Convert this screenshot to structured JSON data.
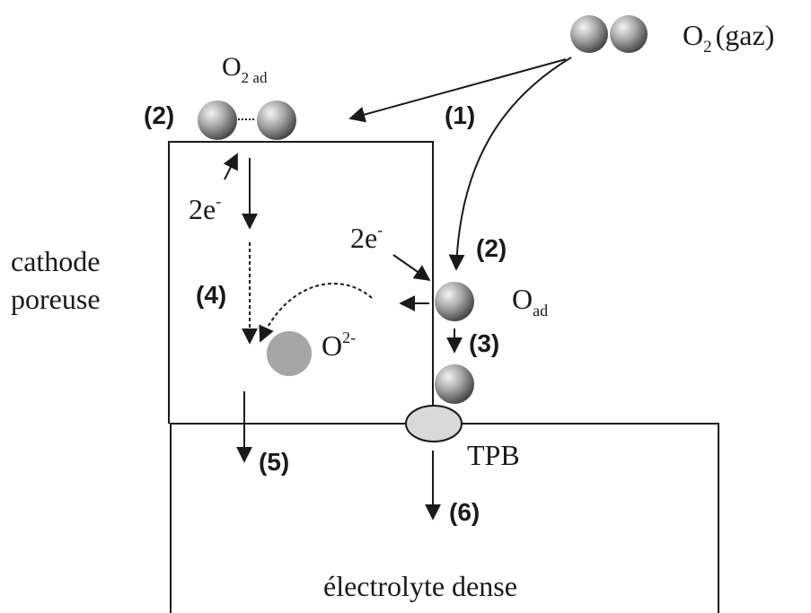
{
  "labels": {
    "o2_gas": "O",
    "o2_gas_sub": "2",
    "o2_gas_suffix": "(gaz)",
    "o2_ad": "O",
    "o2_ad_sub": "2 ad",
    "o_ad": "O",
    "o_ad_sub": "ad",
    "o2minus": "O",
    "o2minus_sup": "2-",
    "electrons_left": "2e",
    "electrons_left_sup": "-",
    "electrons_right": "2e",
    "electrons_right_sup": "-",
    "cathode_line1": "cathode",
    "cathode_line2": "poreuse",
    "tpb": "TPB",
    "electrolyte": "électrolyte dense"
  },
  "steps": {
    "s1": "(1)",
    "s2_left": "(2)",
    "s2_right": "(2)",
    "s3": "(3)",
    "s4": "(4)",
    "s5": "(5)",
    "s6": "(6)"
  },
  "colors": {
    "line": "#1a1a1a",
    "sphere_light": "#f2f2f2",
    "sphere_mid": "#9a9a9a",
    "sphere_dark": "#3a3a3a",
    "oxide_ion": "#a6a6a6",
    "tpb_fill": "#d9d9d9"
  }
}
